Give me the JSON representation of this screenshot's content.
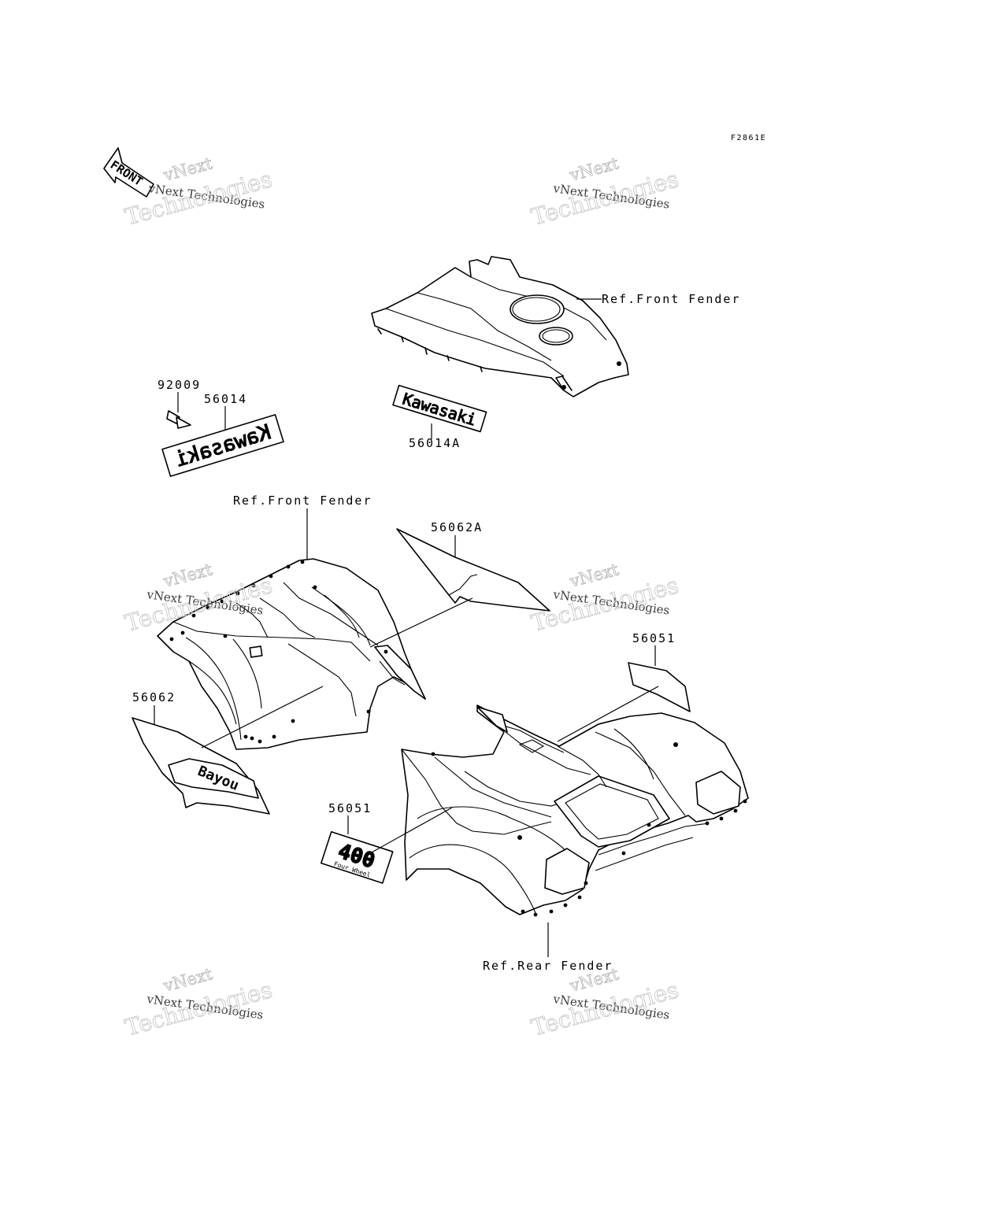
{
  "diagram_code": "F2861E",
  "direction_tag": "FRONT",
  "watermark": {
    "line1": "vNext Technologies",
    "line2": "vNext",
    "line3": "Technologies"
  },
  "labels": {
    "ref_front_fender_top": "Ref.Front Fender",
    "ref_front_fender_mid": "Ref.Front Fender",
    "ref_rear_fender": "Ref.Rear Fender",
    "p92009": "92009",
    "p56014": "56014",
    "p56014A": "56014A",
    "p56062A": "56062A",
    "p56051_right": "56051",
    "p56062": "56062",
    "p56051_left": "56051"
  },
  "decal_text": {
    "kawasaki_mirrored": "Kawasaki",
    "kawasaki": "Kawasaki",
    "bayou": "Bayou",
    "model_number": "400",
    "model_sub": "Four Wheel"
  }
}
